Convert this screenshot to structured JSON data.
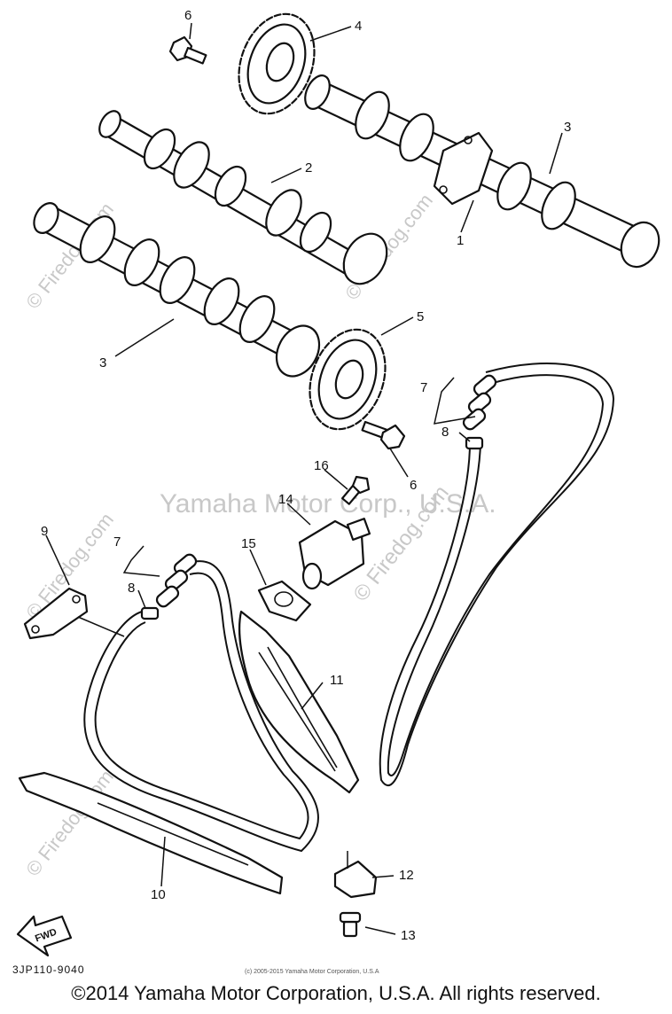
{
  "watermarks": {
    "center": "Yamaha Motor Corp., U.S.A.",
    "site": "© Firedog.com"
  },
  "callouts": {
    "c1": "1",
    "c2": "2",
    "c3a": "3",
    "c3b": "3",
    "c4": "4",
    "c5": "5",
    "c6a": "6",
    "c6b": "6",
    "c7a": "7",
    "c7b": "7",
    "c8a": "8",
    "c8b": "8",
    "c9": "9",
    "c10": "10",
    "c11": "11",
    "c12": "12",
    "c13": "13",
    "c14": "14",
    "c15": "15",
    "c16": "16"
  },
  "fwd_label": "FWD",
  "diagram_code": "3JP110-9040",
  "small_copyright": "(c) 2005-2015 Yamaha Motor Corporation, U.S.A",
  "footer": "©2014 Yamaha Motor Corporation, U.S.A. All rights reserved."
}
